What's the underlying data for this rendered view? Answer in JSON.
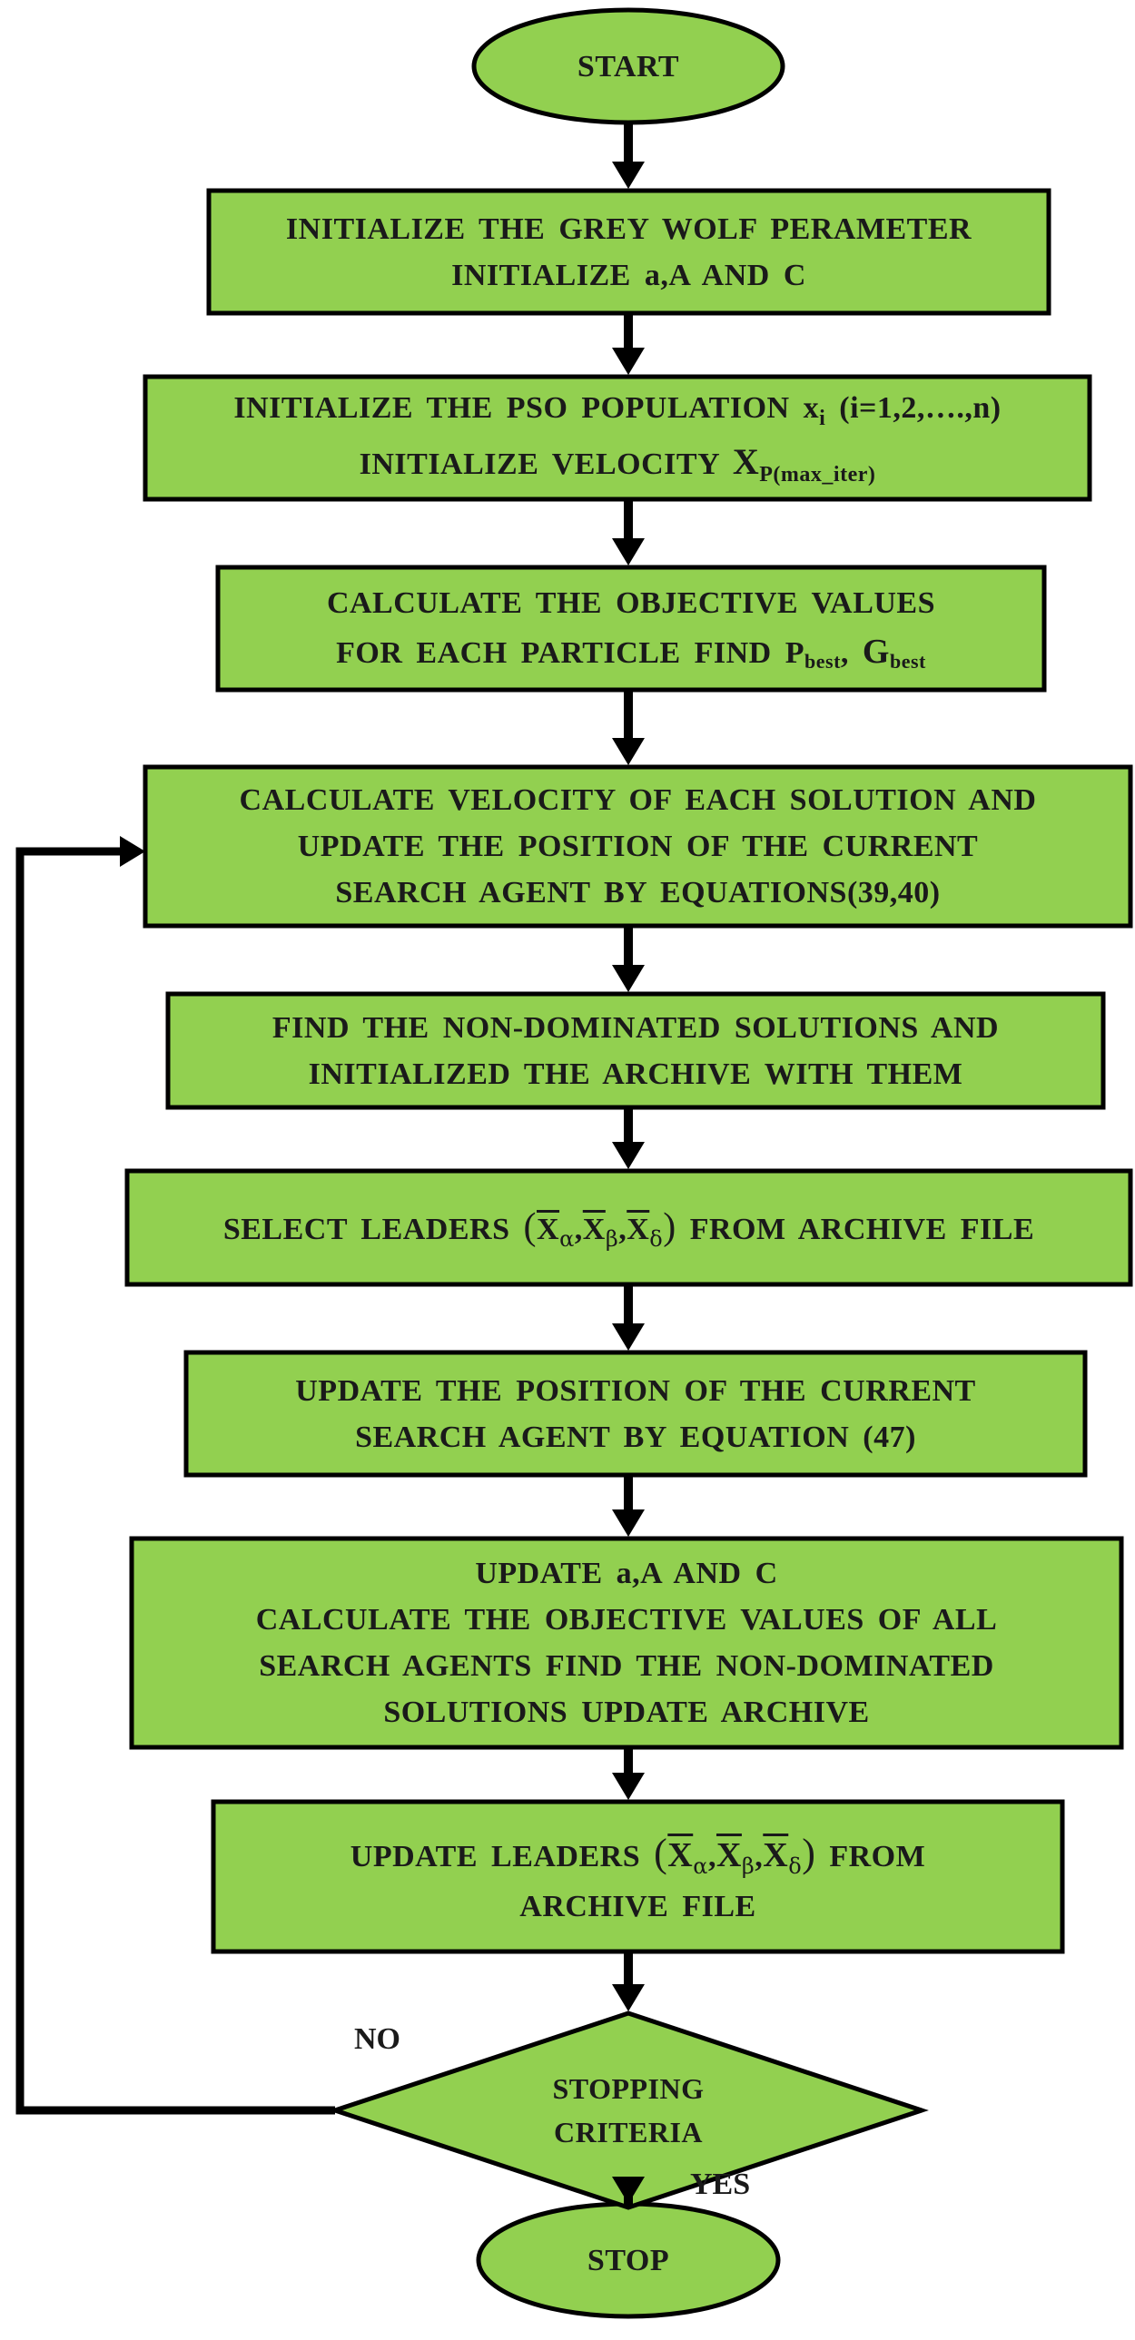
{
  "diagram": {
    "colors": {
      "fill": "#92d050",
      "stroke": "#000000",
      "text": "#1a1a1a"
    },
    "nodes": {
      "start": {
        "label": "START"
      },
      "init_gwo": {
        "line1": "INITIALIZE THE GREY WOLF PERAMETER",
        "line2": "INITIALIZE a,A AND C"
      },
      "init_pso": {
        "line1_pre": "INITIALIZE THE PSO POPULATION",
        "var_x": "x",
        "sub_i": "i",
        "line1_range": "(i=1,2,….,n)",
        "line2_pre": "INITIALIZE VELOCITY",
        "var_X": "X",
        "sub_p": "P(max_iter)"
      },
      "calc_obj": {
        "line1": "CALCULATE THE OBJECTIVE VALUES",
        "line2_pre": "FOR EACH PARTICLE FIND",
        "p": "P",
        "p_sub": "best",
        "sep": ",",
        "g": "G",
        "g_sub": "best"
      },
      "calc_vel": {
        "line1": "CALCULATE VELOCITY OF EACH SOLUTION AND",
        "line2": "UPDATE THE POSITION OF THE CURRENT",
        "line3": "SEARCH AGENT BY EQUATIONS(39,40)"
      },
      "find_nd": {
        "line1": "FIND THE NON-DOMINATED SOLUTIONS AND",
        "line2": "INITIALIZED THE ARCHIVE WITH THEM"
      },
      "select_leaders": {
        "pre": "SELECT LEADERS",
        "open": "(",
        "x": "X",
        "alpha": "α",
        "beta": "β",
        "delta": "δ",
        "comma": ",",
        "close": ")",
        "post": "FROM ARCHIVE FILE"
      },
      "update_pos": {
        "line1": "UPDATE THE POSITION OF THE CURRENT",
        "line2": "SEARCH AGENT BY EQUATION (47)"
      },
      "update_all": {
        "line1": "UPDATE a,A AND C",
        "line2": "CALCULATE THE OBJECTIVE VALUES OF ALL",
        "line3": "SEARCH AGENTS FIND THE NON-DOMINATED",
        "line4": "SOLUTIONS UPDATE ARCHIVE"
      },
      "update_leaders": {
        "pre": "UPDATE LEADERS",
        "open": "(",
        "x": "X",
        "alpha": "α",
        "beta": "β",
        "delta": "δ",
        "comma": ",",
        "close": ")",
        "post": "FROM",
        "line2": "ARCHIVE FILE"
      },
      "stopping": {
        "line1": "STOPPING",
        "line2": "CRITERIA"
      },
      "stop": {
        "label": "STOP"
      }
    },
    "edge_labels": {
      "no": "NO",
      "yes": "YES"
    }
  }
}
